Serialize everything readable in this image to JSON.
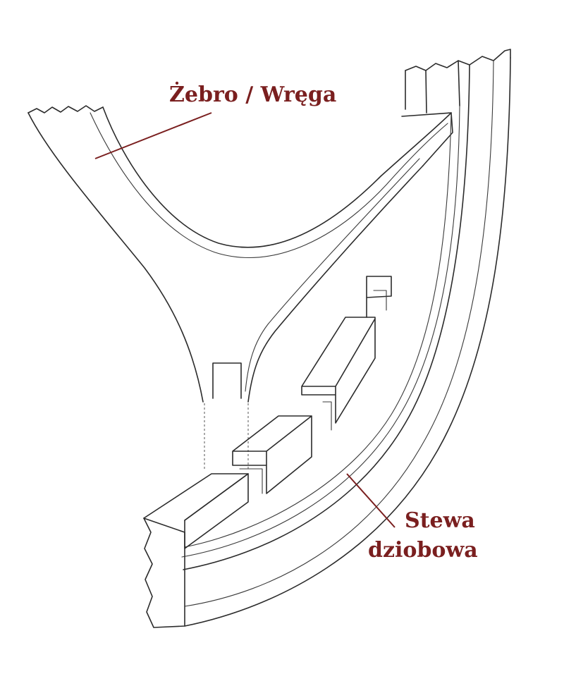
{
  "labels": {
    "rib": "Żebro / Wręga",
    "stem_line1": "Stewa",
    "stem_line2": "dziobowa"
  },
  "colors": {
    "label_text": "#7a1f1f",
    "leader_line": "#7a1f1f",
    "ink": "#2b2b2b",
    "background": "#ffffff"
  }
}
